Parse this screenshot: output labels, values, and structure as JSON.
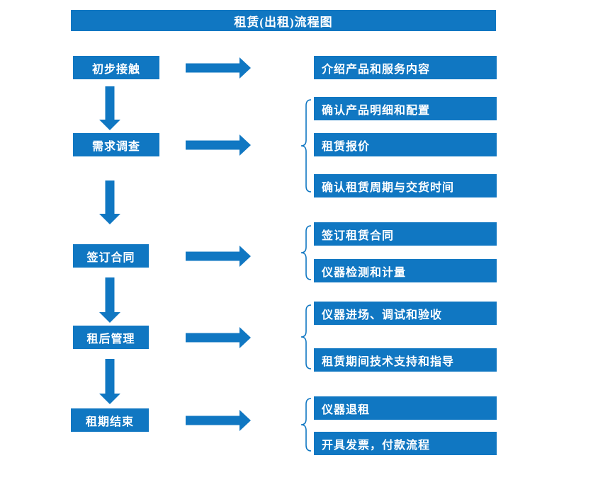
{
  "title": "租赁(出租)流程图",
  "colors": {
    "accent": "#1077C2",
    "box_text": "#FFFFFF",
    "background": "#FFFFFF"
  },
  "stages": [
    {
      "label": "初步接触",
      "outputs": [
        "介绍产品和服务内容"
      ]
    },
    {
      "label": "需求调查",
      "outputs": [
        "确认产品明细和配置",
        "租赁报价",
        "确认租赁周期与交货时间"
      ]
    },
    {
      "label": "签订合同",
      "outputs": [
        "签订租赁合同",
        "仪器检测和计量"
      ]
    },
    {
      "label": "租后管理",
      "outputs": [
        "仪器进场、调试和验收",
        "租赁期间技术支持和指导"
      ]
    },
    {
      "label": "租期结束",
      "outputs": [
        "仪器退租",
        "开具发票，付款流程"
      ]
    }
  ]
}
